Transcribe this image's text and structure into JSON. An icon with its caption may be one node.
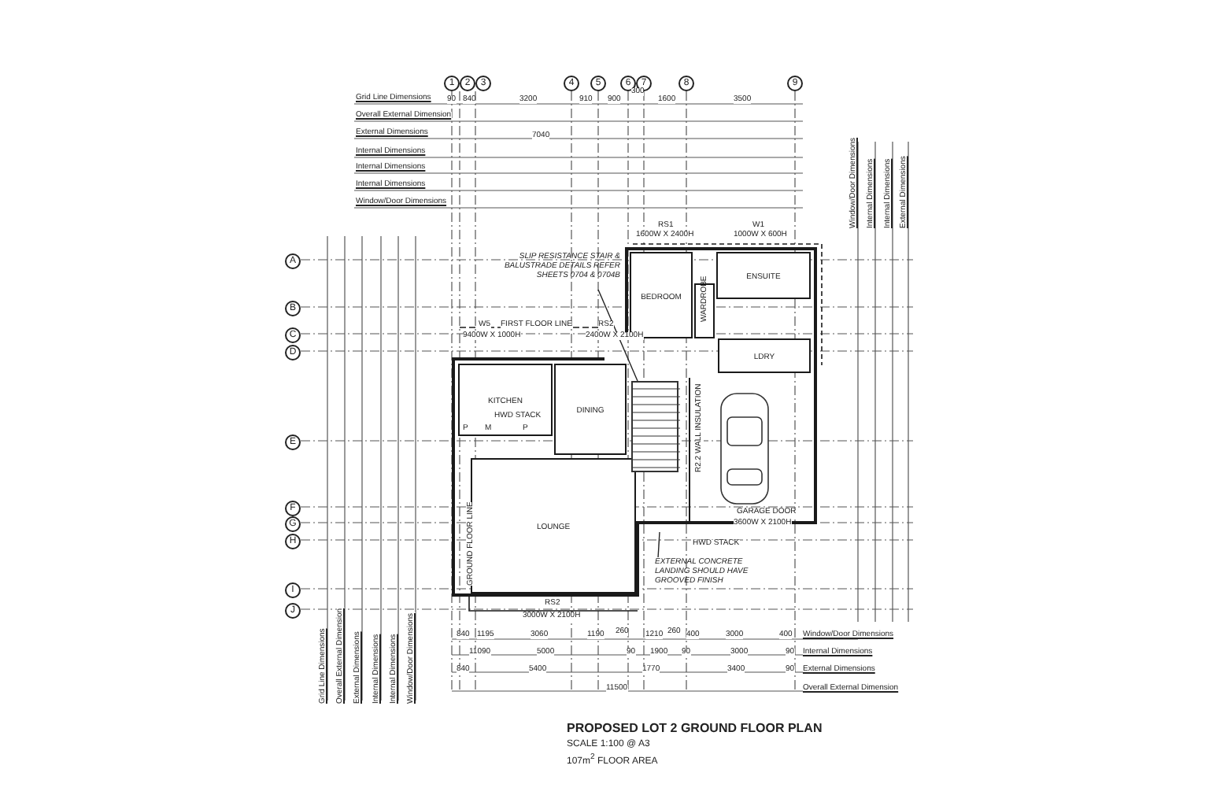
{
  "diagram": {
    "title": "PROPOSED LOT 2 GROUND FLOOR PLAN",
    "nodes": [
      {
        "text": [
          "KITCHEN"
        ]
      },
      {
        "text": [
          "DINING"
        ]
      },
      {
        "text": [
          "LOUNGE"
        ]
      },
      {
        "text": [
          "BEDROOM"
        ]
      },
      {
        "text": [
          "ENSUITE"
        ]
      },
      {
        "text": [
          "WARDROBE"
        ]
      },
      {
        "text": [
          "LDRY"
        ]
      },
      {
        "text": [],
        "shape": "picture"
      },
      {
        "text": [
          "SLIP RESISTANCE STAIR & BALUSTRADE DETAILS REFER SHEETS 0704 & 0704B"
        ]
      },
      {
        "text": [
          "EXTERNAL CONCRETE LANDING SHOULD HAVE GROOVED FINISH"
        ]
      }
    ],
    "edges": [
      {
        "from": 8,
        "to": 7,
        "arrow": "none"
      },
      {
        "from": 9,
        "to": null,
        "arrow": "none"
      }
    ],
    "labels": [
      "1",
      "2",
      "3",
      "4",
      "5",
      "6",
      "7",
      "8",
      "9",
      "A",
      "B",
      "C",
      "D",
      "E",
      "F",
      "G",
      "H",
      "I",
      "J",
      "Grid Line Dimensions",
      "Overall External Dimension",
      "External Dimensions",
      "Internal Dimensions",
      "Internal Dimensions",
      "Internal Dimensions",
      "Window/Door Dimensions",
      "90",
      "840",
      "3200",
      "910",
      "900",
      "300",
      "1600",
      "3500",
      "7040",
      "RS1",
      "1600W X 2400H",
      "W1",
      "1000W X 600H",
      "W5",
      "9400W X 1000H",
      "FIRST FLOOR LINE",
      "RS2",
      "2400W X 2100H",
      "P",
      "M",
      "P",
      "HWD STACK",
      "GROUND FLOOR LINE",
      "R2.2 WALL INSULATION",
      "GARAGE DOOR",
      "3600W X 2100H",
      "HWD STACK",
      "RS2",
      "3000W X 2100H",
      "840",
      "1195",
      "3060",
      "1190",
      "260",
      "1210",
      "260",
      "400",
      "3000",
      "400",
      "Window/Door Dimensions",
      "110",
      "90",
      "5000",
      "90",
      "1900",
      "90",
      "3000",
      "90",
      "Internal Dimensions",
      "840",
      "5400",
      "1770",
      "3400",
      "90",
      "External Dimensions",
      "11500",
      "Overall External Dimension",
      "SCALE 1:100 @ A3",
      "107m$^{2}$ FLOOR AREA",
      "Window/Door Dimensions",
      "Internal Dimensions",
      "Internal Dimensions",
      "External Dimensions",
      "Grid Line Dimensions",
      "Overall External Dimension",
      "External Dimensions",
      "Internal Dimensions",
      "Internal Dimensions",
      "Window/Door Dimensions"
    ]
  }
}
